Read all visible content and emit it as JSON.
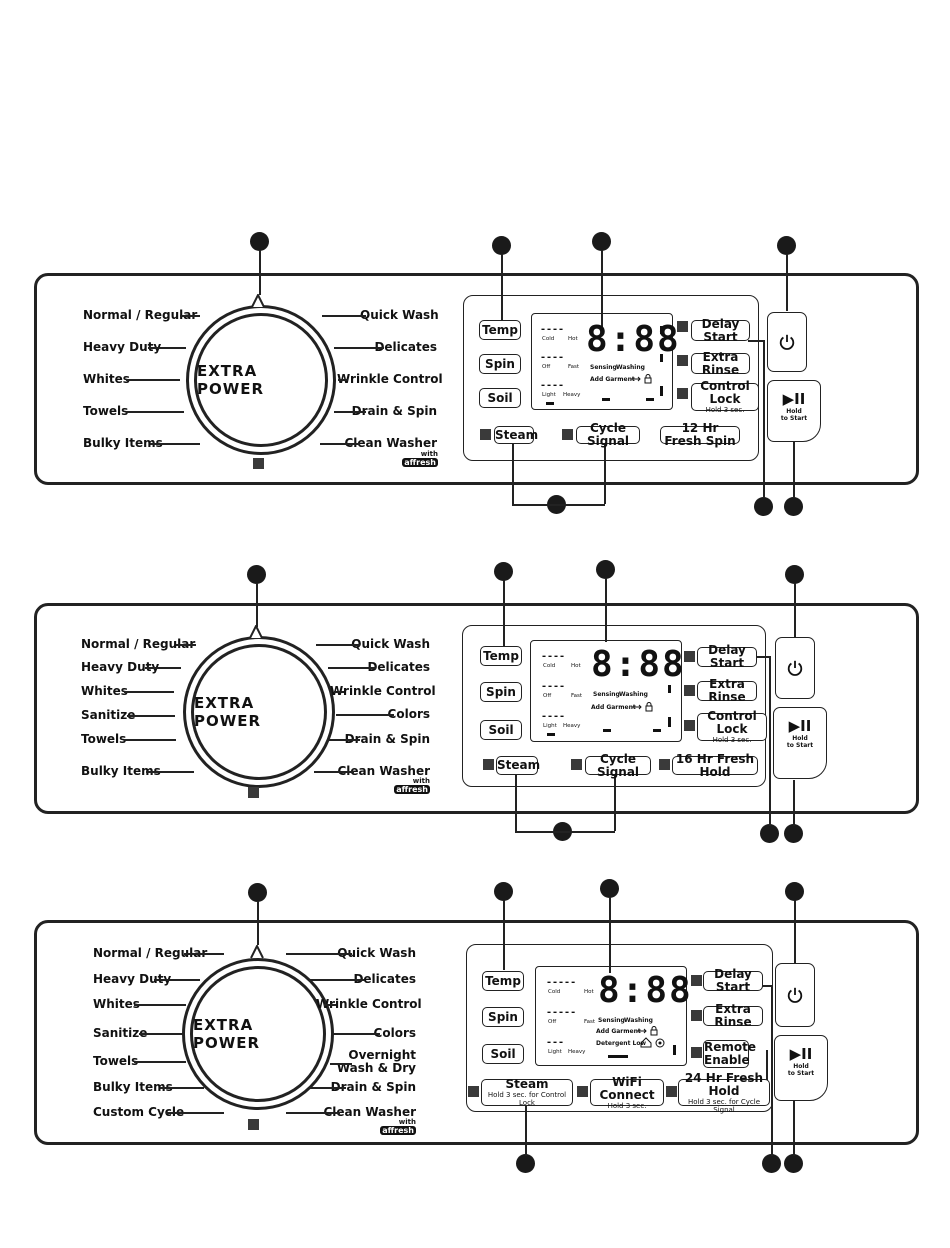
{
  "panels": [
    {
      "knob_title": "EXTRA POWER",
      "left_cycles": [
        "Normal / Regular",
        "Heavy Duty",
        "Whites",
        "Towels",
        "Bulky Items"
      ],
      "right_cycles": [
        "Quick Wash",
        "Delicates",
        "Wrinkle Control",
        "Drain & Spin",
        "Clean Washer"
      ],
      "with_text": "with",
      "affresh": "affresh",
      "left_buttons": [
        "Temp",
        "Spin",
        "Soil"
      ],
      "right_buttons": [
        {
          "label": "Delay Start",
          "sub": ""
        },
        {
          "label": "Extra Rinse",
          "sub": ""
        },
        {
          "label": "Control Lock",
          "sub": "Hold 3 sec."
        }
      ],
      "bottom_buttons": [
        {
          "label": "Steam",
          "sub": ""
        },
        {
          "label": "Cycle Signal",
          "sub": ""
        },
        {
          "label": "12 Hr Fresh Spin",
          "sub": ""
        }
      ],
      "display": {
        "digits": "8:88",
        "row1_labels": [
          "Cold",
          "Hot"
        ],
        "row2_labels": [
          "Off",
          "Fast"
        ],
        "row3_labels": [
          "Light",
          "Heavy"
        ],
        "status": [
          "Sensing",
          "Washing",
          "Add Garment"
        ]
      },
      "start_glyph": "▶II",
      "hold_text": [
        "Hold",
        "to Start"
      ]
    },
    {
      "knob_title": "EXTRA POWER",
      "left_cycles": [
        "Normal / Regular",
        "Heavy Duty",
        "Whites",
        "Sanitize",
        "Towels",
        "Bulky Items"
      ],
      "right_cycles": [
        "Quick Wash",
        "Delicates",
        "Wrinkle Control",
        "Colors",
        "Drain & Spin",
        "Clean Washer"
      ],
      "with_text": "with",
      "affresh": "affresh",
      "left_buttons": [
        "Temp",
        "Spin",
        "Soil"
      ],
      "right_buttons": [
        {
          "label": "Delay Start",
          "sub": ""
        },
        {
          "label": "Extra Rinse",
          "sub": ""
        },
        {
          "label": "Control Lock",
          "sub": "Hold 3 sec."
        }
      ],
      "bottom_buttons": [
        {
          "label": "Steam",
          "sub": ""
        },
        {
          "label": "Cycle Signal",
          "sub": ""
        },
        {
          "label": "16 Hr Fresh Hold",
          "sub": ""
        }
      ],
      "display": {
        "digits": "8:88",
        "row1_labels": [
          "Cold",
          "Hot"
        ],
        "row2_labels": [
          "Off",
          "Fast"
        ],
        "row3_labels": [
          "Light",
          "Heavy"
        ],
        "status": [
          "Sensing",
          "Washing",
          "Add Garment"
        ]
      },
      "start_glyph": "▶II",
      "hold_text": [
        "Hold",
        "to Start"
      ]
    },
    {
      "knob_title": "EXTRA POWER",
      "left_cycles": [
        "Normal / Regular",
        "Heavy Duty",
        "Whites",
        "Sanitize",
        "Towels",
        "Bulky Items",
        "Custom Cycle"
      ],
      "right_cycles": [
        "Quick Wash",
        "Delicates",
        "Wrinkle Control",
        "Colors",
        "Overnight",
        "Wash & Dry",
        "Drain & Spin",
        "Clean Washer"
      ],
      "with_text": "with",
      "affresh": "affresh",
      "left_buttons": [
        "Temp",
        "Spin",
        "Soil"
      ],
      "right_buttons": [
        {
          "label": "Delay Start",
          "sub": ""
        },
        {
          "label": "Extra Rinse",
          "sub": ""
        },
        {
          "label": "Remote",
          "sub": "Enable"
        }
      ],
      "bottom_buttons": [
        {
          "label": "Steam",
          "sub": "Hold 3 sec. for Control Lock"
        },
        {
          "label": "WiFi Connect",
          "sub": "Hold 3 sec."
        },
        {
          "label": "24 Hr Fresh Hold",
          "sub": "Hold 3 sec. for Cycle Signal"
        }
      ],
      "display": {
        "digits": "8:88",
        "row1_labels": [
          "Cold",
          "Hot"
        ],
        "row2_labels": [
          "Off",
          "Fast"
        ],
        "row3_labels": [
          "Light",
          "Heavy"
        ],
        "status": [
          "Sensing",
          "Washing",
          "Add Garment",
          "Detergent Low"
        ]
      },
      "start_glyph": "▶II",
      "hold_text": [
        "Hold",
        "to Start"
      ]
    }
  ]
}
